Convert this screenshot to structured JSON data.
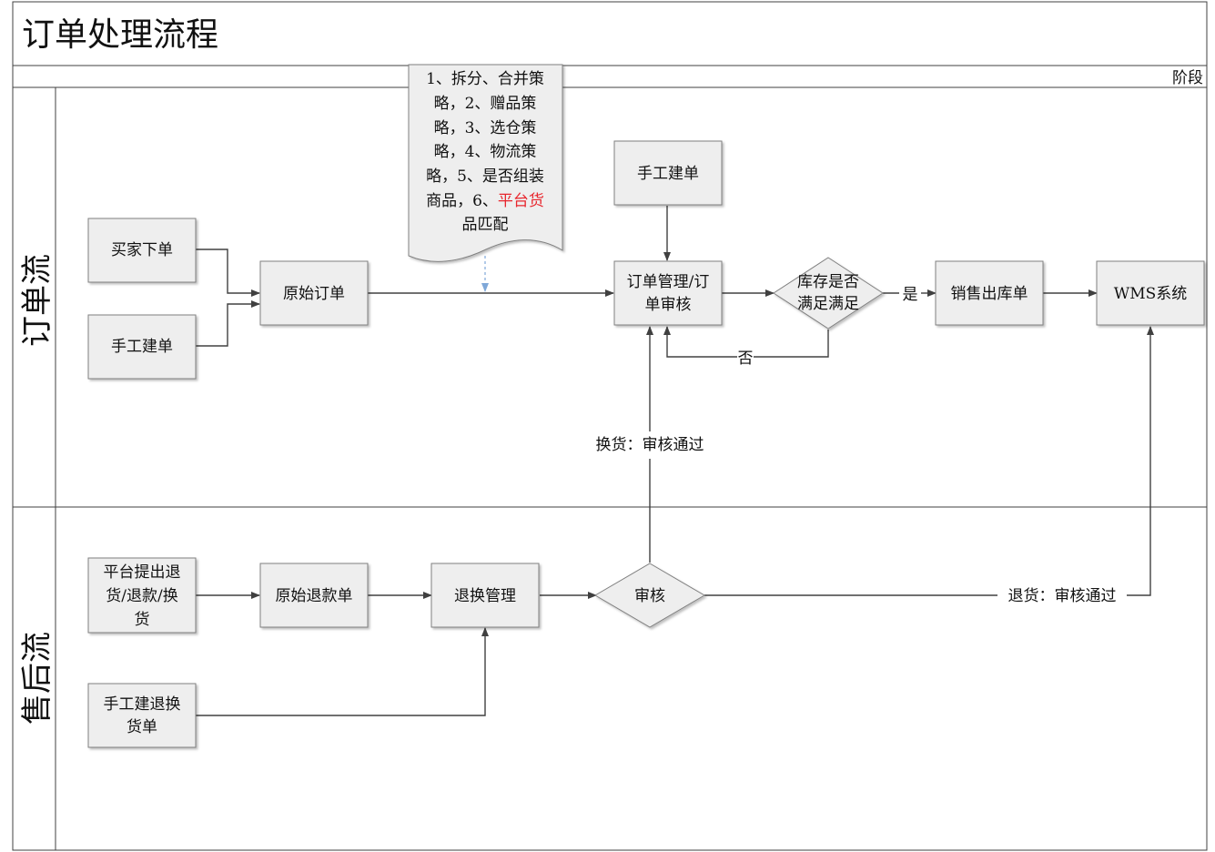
{
  "title": "订单处理流程",
  "phase_label": "阶段",
  "lanes": {
    "order": "订单流",
    "after_sales": "售后流"
  },
  "nodes": {
    "buyer_order": "买家下单",
    "manual_order_1": "手工建单",
    "original_order": "原始订单",
    "manual_order_top": "手工建单",
    "order_mgmt": [
      "订单管理/订",
      "单审核"
    ],
    "stock_check": [
      "库存是否",
      "满足满足"
    ],
    "sales_outbound": "销售出库单",
    "wms": "WMS系统",
    "platform_return": [
      "平台提出退",
      "货/退款/换",
      "货"
    ],
    "original_refund": "原始退款单",
    "return_mgmt": "退换管理",
    "review": "审核",
    "manual_return": [
      "手工建退换",
      "货单"
    ]
  },
  "note": {
    "lines": [
      "1、拆分、合并策",
      "略，2、赠品策",
      "略，3、选仓策",
      "略，4、物流策",
      "略，5、是否组装",
      "商品，6、"
    ],
    "highlight": [
      "平台货",
      "品匹配"
    ],
    "highlight_color": "#e8262d"
  },
  "edge_labels": {
    "yes": "是",
    "no": "否",
    "exchange": "换货：审核通过",
    "return": "退货：审核通过"
  },
  "colors": {
    "node_fill": "#eeeeee",
    "note_arrow": "#7fa8d8"
  }
}
